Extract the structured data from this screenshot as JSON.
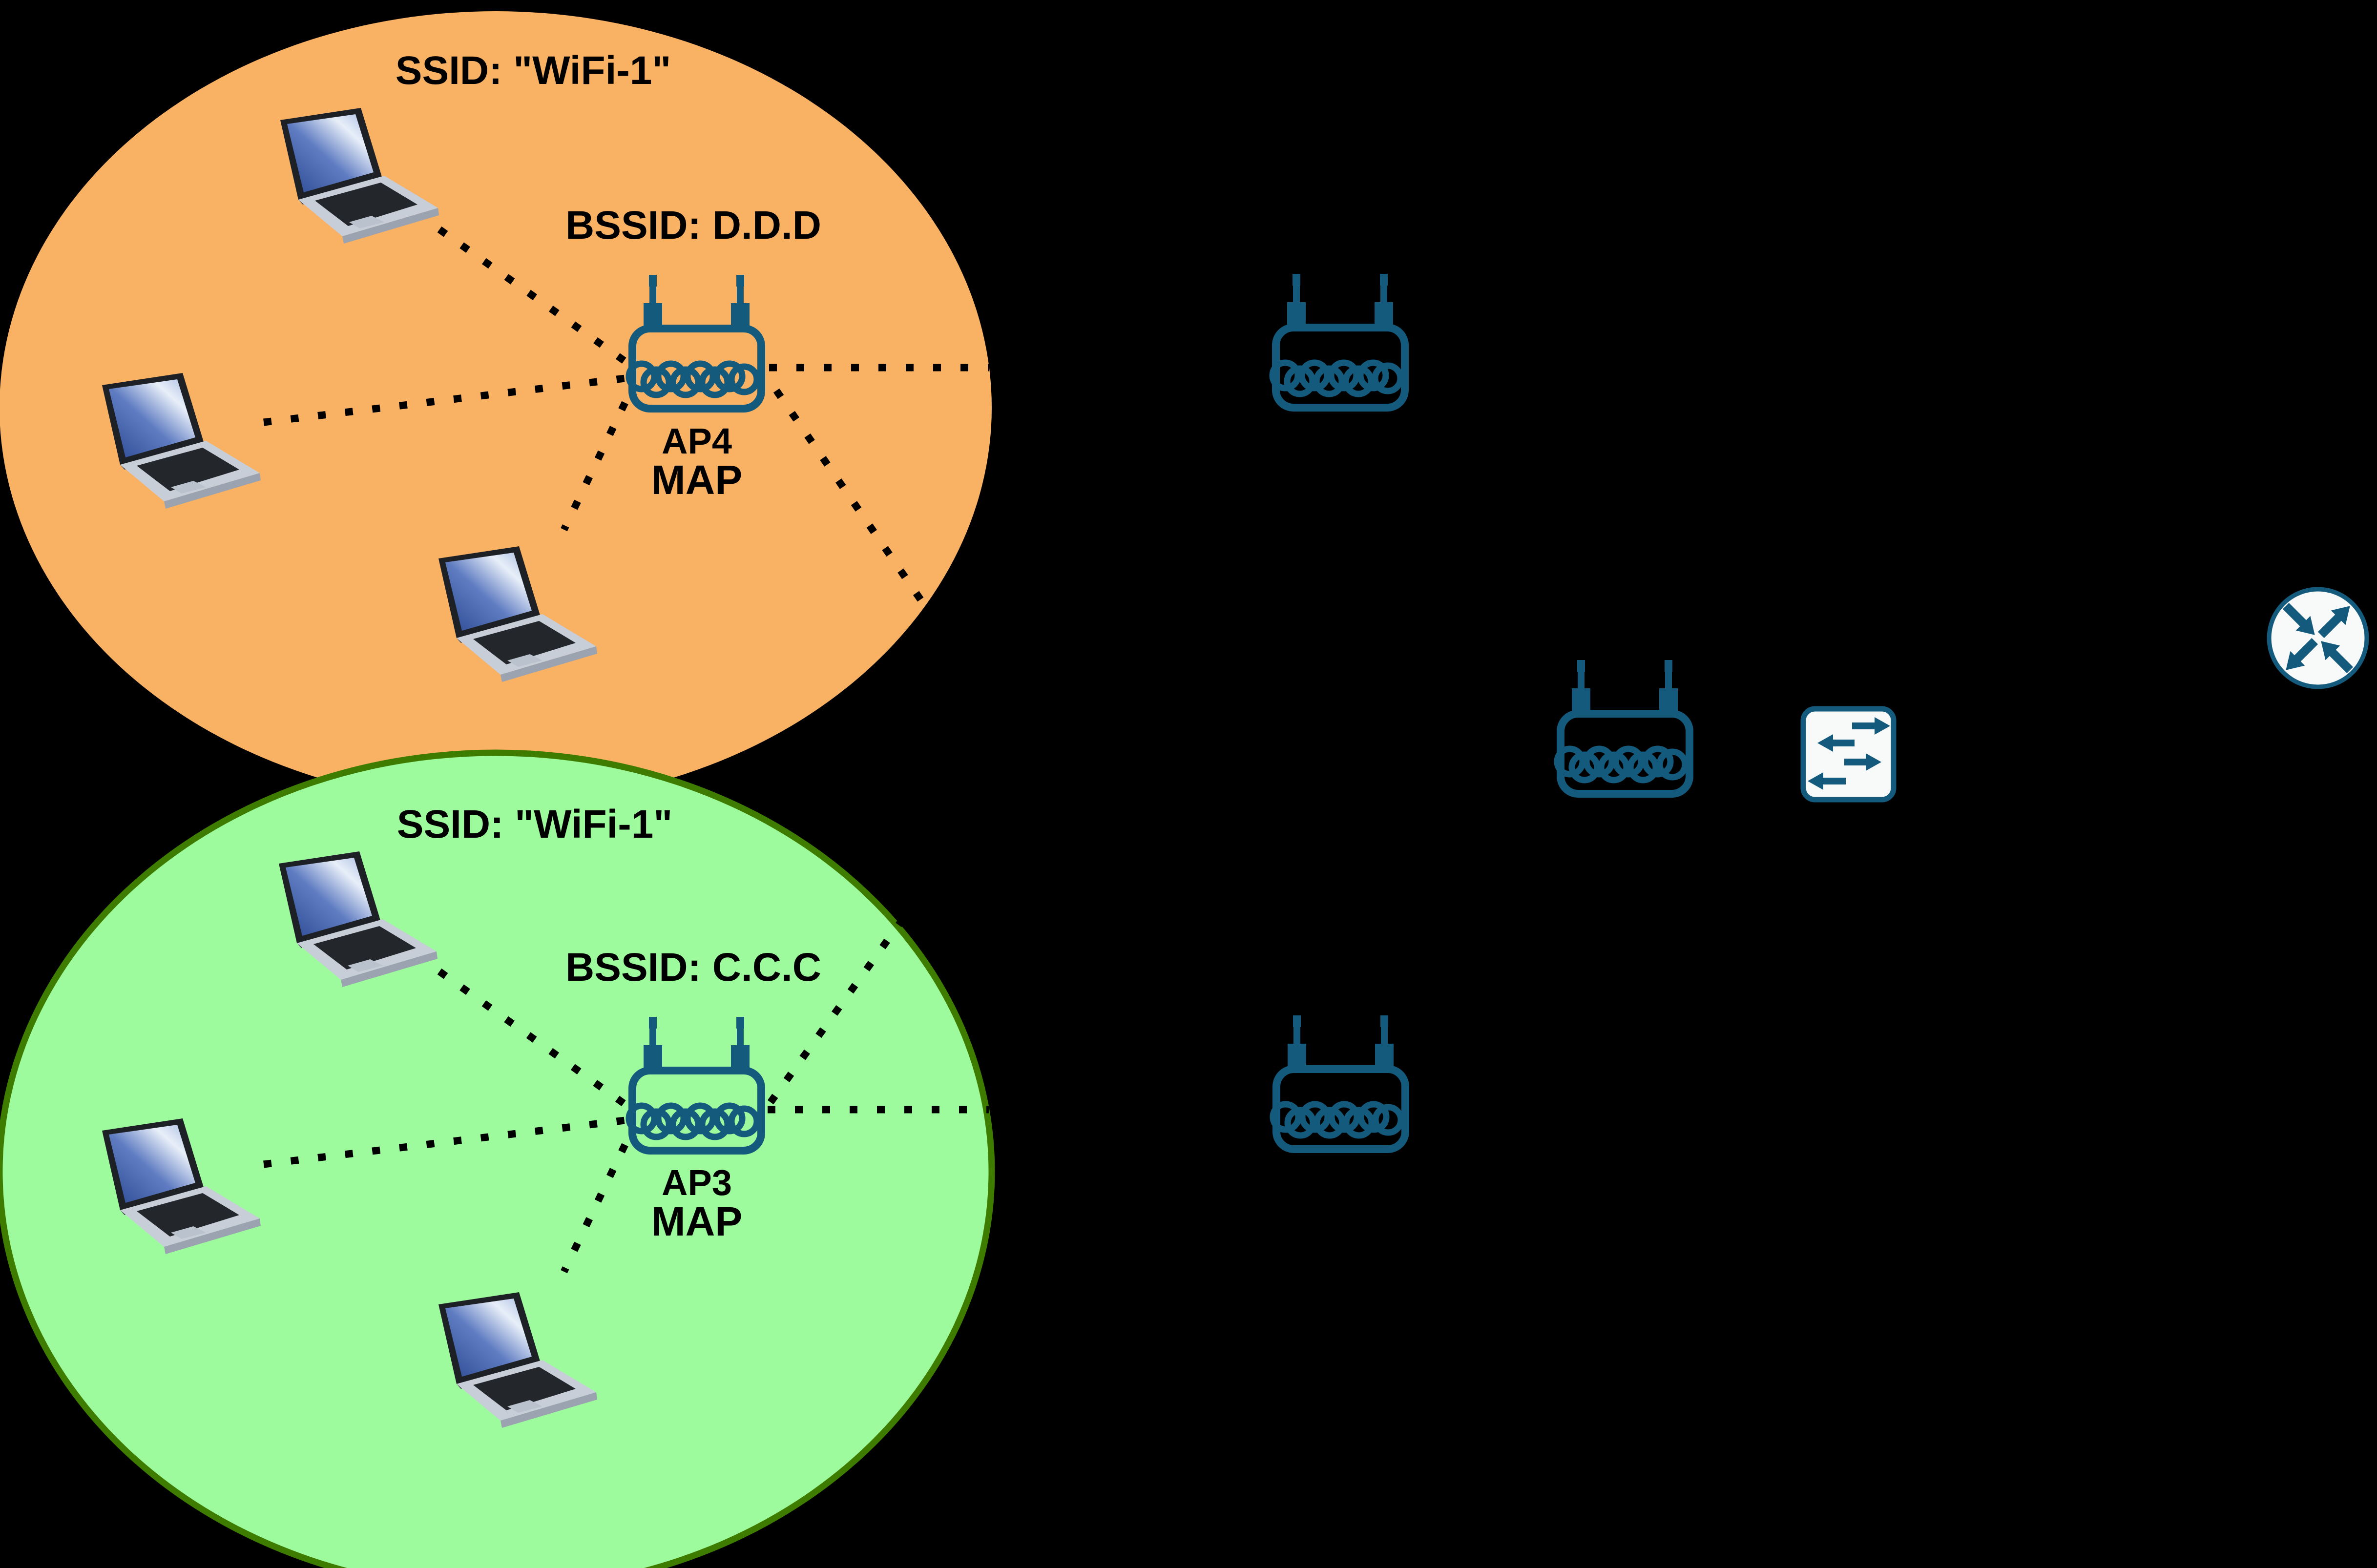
{
  "diagram": {
    "kind": "wifi-mesh-network-topology",
    "background_color": "#000000",
    "accent_color": "#135A7C",
    "cells": [
      {
        "ssid": "SSID: \"WiFi-1\"",
        "bssid": "BSSID: D.D.D",
        "ap_name": "AP4",
        "ap_role": "MAP",
        "fill_color": "#F9B164",
        "laptop_count": 3
      },
      {
        "ssid": "SSID: \"WiFi-1\"",
        "bssid": "BSSID: C.C.C",
        "ap_name": "AP3",
        "ap_role": "MAP",
        "fill_color": "#9DFB9D",
        "border_color": "#3E7C00",
        "laptop_count": 3
      }
    ],
    "icons": {
      "laptop": "laptop-client-icon",
      "access_point": "wireless-access-point-icon",
      "switch": "ethernet-switch-icon",
      "router": "router-icon"
    },
    "unlabeled_device_counts": {
      "access_points": 3,
      "switch": 1,
      "router": 1
    }
  }
}
